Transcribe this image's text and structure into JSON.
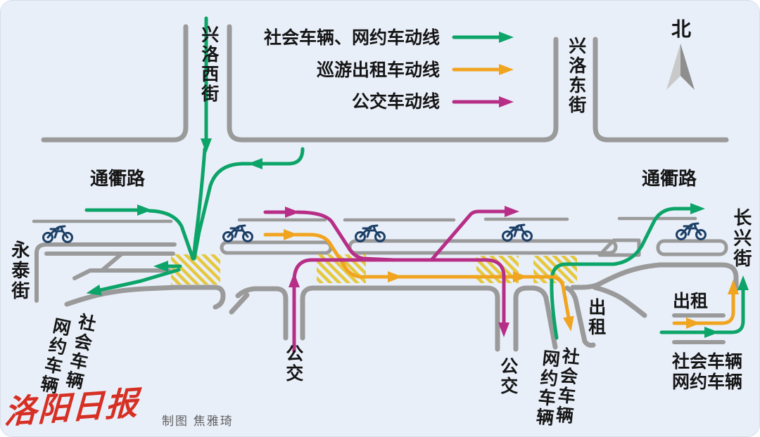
{
  "legend": {
    "social": "社会车辆、网约车动线",
    "taxi": "巡游出租车动线",
    "bus": "公交车动线"
  },
  "compass": {
    "north": "北"
  },
  "streets": {
    "xinluo_west": "兴洛西街",
    "xinluo_east": "兴洛东街",
    "tongqu_west": "通衢路",
    "tongqu_east": "通衢路",
    "yongtai": "永泰街",
    "changxing": "长兴街"
  },
  "zones": {
    "bus_in": "公交",
    "bus_out": "公交",
    "taxi_out": "出租",
    "ride_hail_left": "网约车辆",
    "social_left": "社会车辆",
    "ride_hail_right": "网约车辆",
    "social_right": "社会车辆"
  },
  "inset": {
    "taxi": "出租",
    "social": "社会车辆",
    "ride_hail": "网约车辆"
  },
  "footer": {
    "logo": "洛阳日报",
    "credit": "制图 焦雅琦"
  },
  "colors": {
    "background": "#e9eff9",
    "road": "#9a9a9a",
    "green": "#0ca468",
    "orange": "#f0a41f",
    "magenta": "#b62e86",
    "hatch": "#e6c83c",
    "bike": "#1c3f66",
    "text": "#151515",
    "logo_red": "#d62f23",
    "credit_gray": "#5f5f5f"
  }
}
